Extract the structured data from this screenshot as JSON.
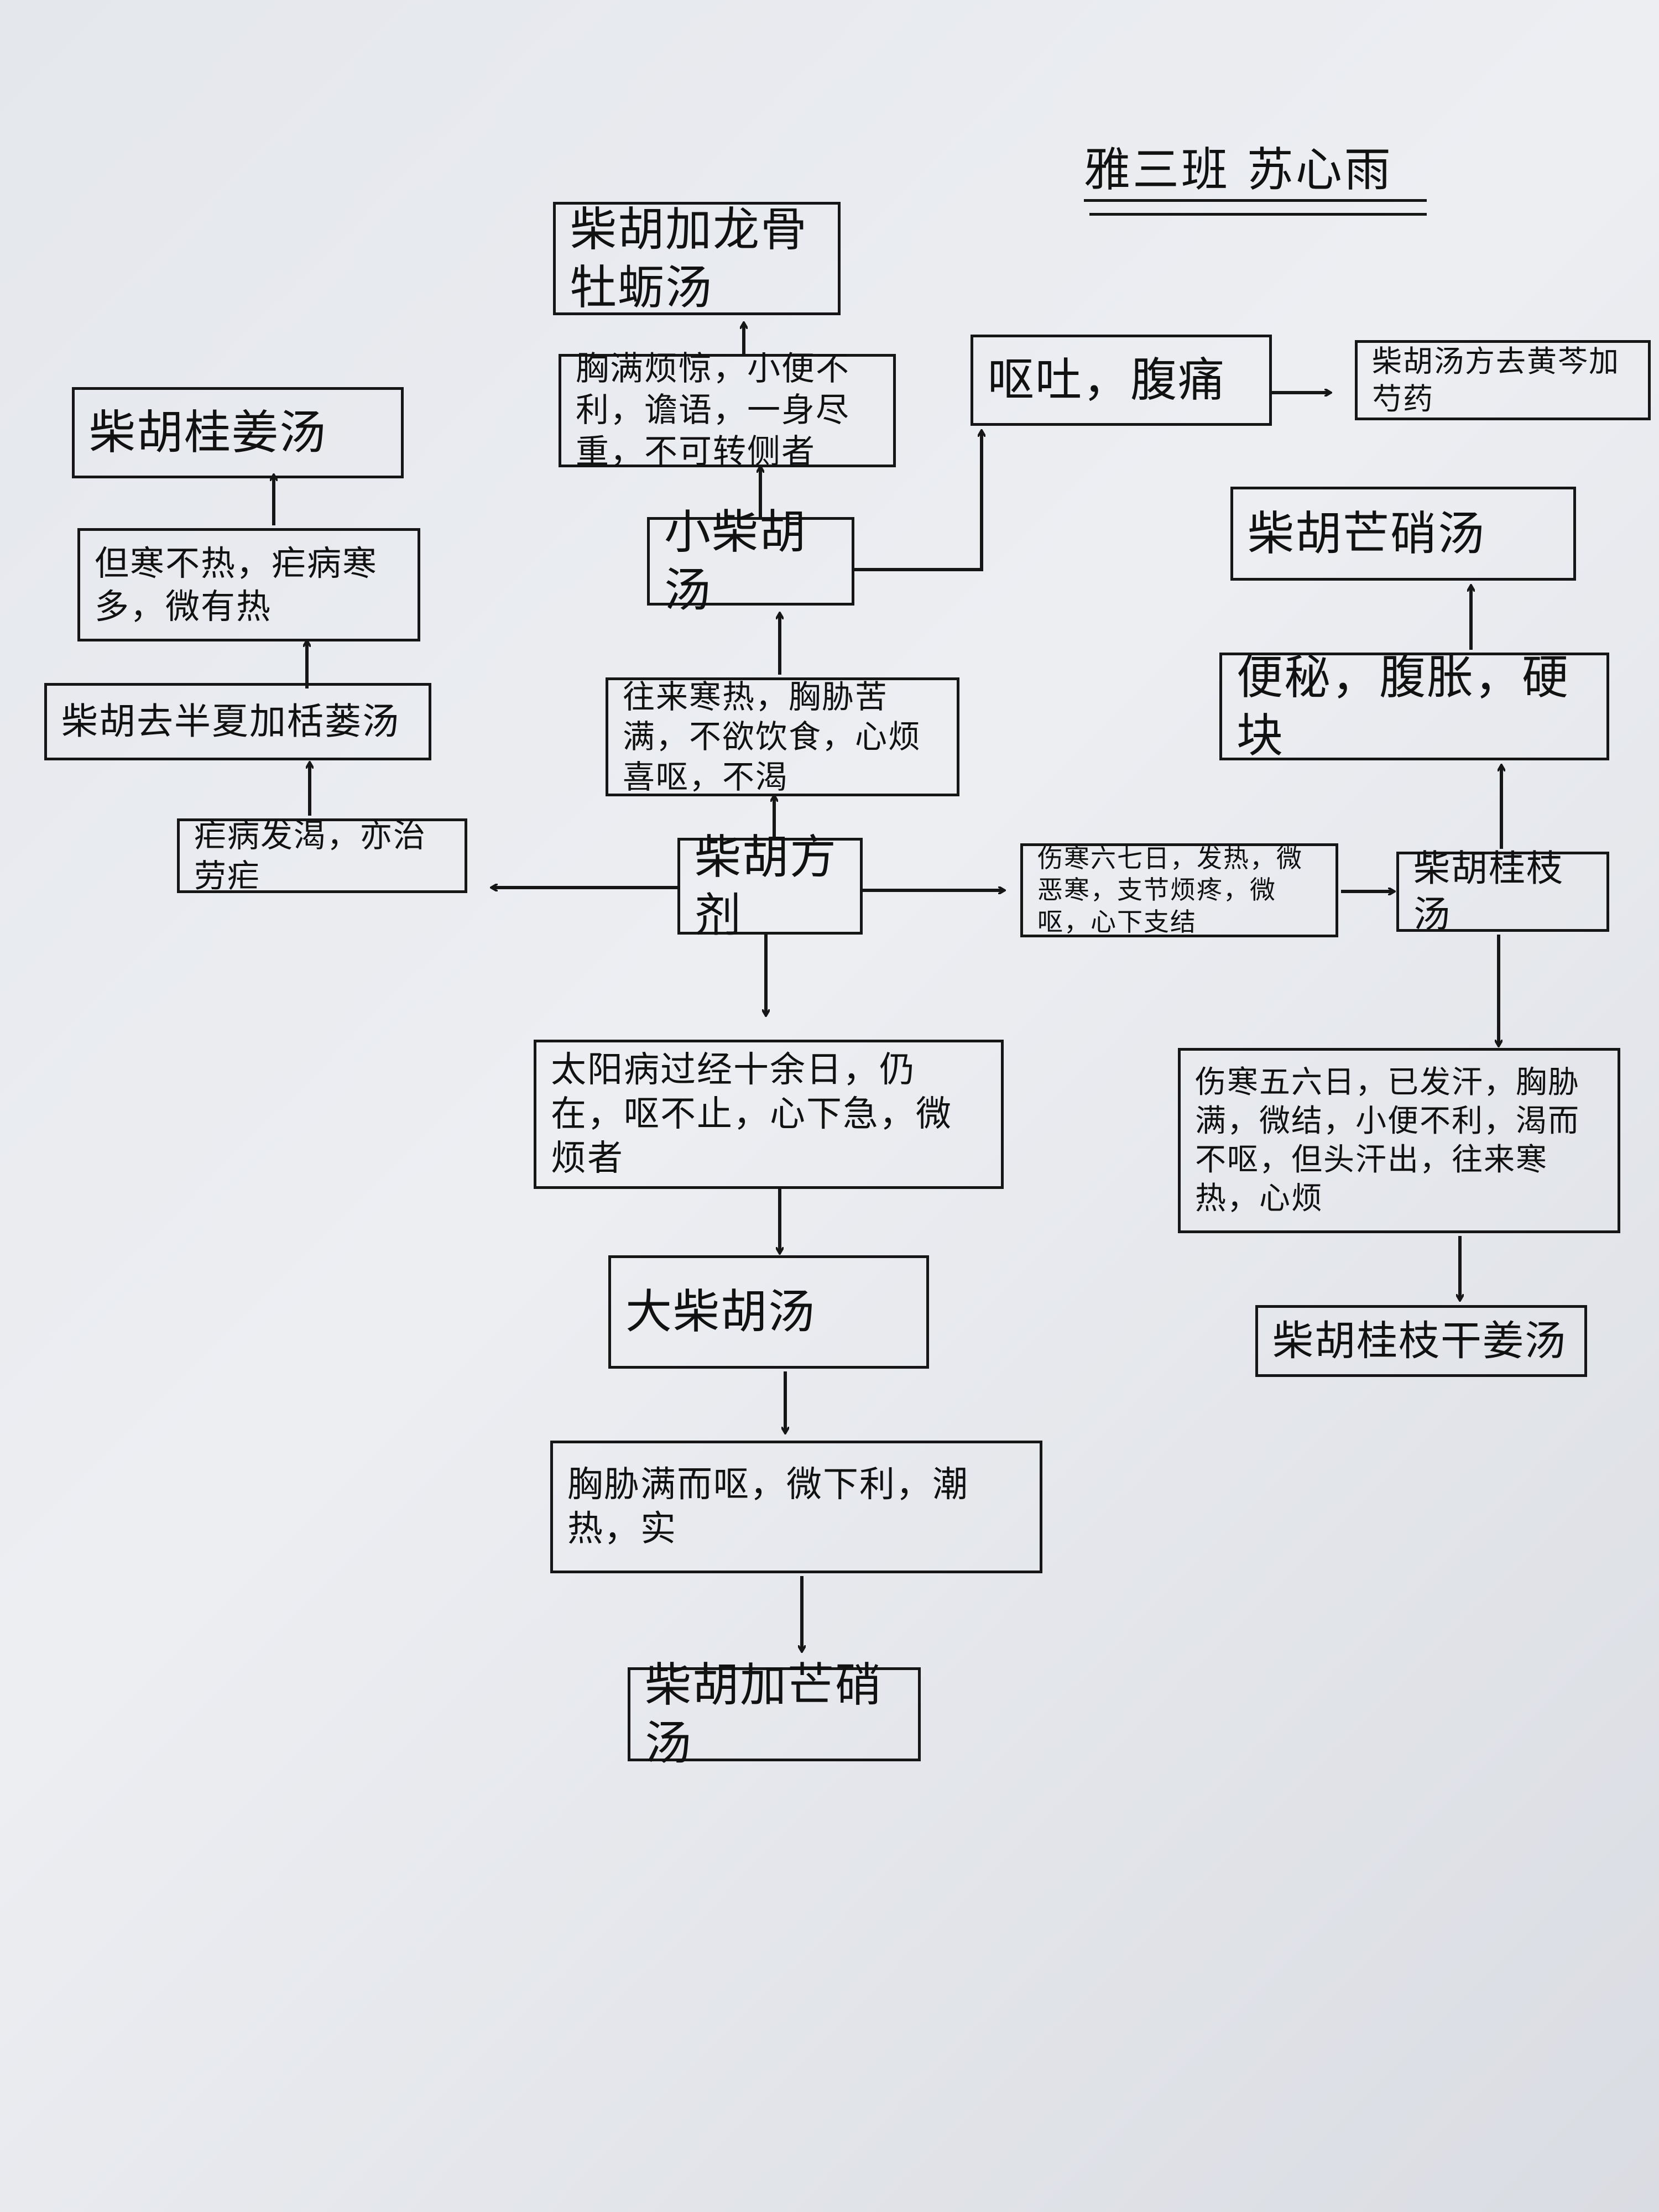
{
  "title": "雅三班 苏心雨",
  "nodes": {
    "center": "柴胡方剂",
    "n_chaihu_longgu": "柴胡加龙骨牡蛎汤",
    "n_chest_full": "胸满烦惊，小便不利，谵语，一身尽重，不可转侧者",
    "n_vomit": "呕吐，腹痛",
    "n_chaihu_minus": "柴胡汤方去黄芩加芍药",
    "n_chaihu_guijiang": "柴胡桂姜汤",
    "n_cold_heat": "但寒不热，疟病寒多，微有热",
    "n_chaihu_banxia": "柴胡去半夏加栝蒌汤",
    "n_malaria_thirst": "疟病发渴，亦治劳疟",
    "n_xiaochaihu": "小柴胡汤",
    "n_symptoms_small": "往来寒热，胸胁苦满，不欲饮食，心烦喜呕，不渴",
    "n_chaihu_mangxiao_r": "柴胡芒硝汤",
    "n_constipation": "便秘，腹胀，硬块",
    "n_shanghan_67": "伤寒六七日，发热，微恶寒，支节烦疼，微呕，心下支结",
    "n_chaihu_guizhi": "柴胡桂枝汤",
    "n_taiyang": "太阳病过经十余日，仍在，呕不止，心下急，微烦者",
    "n_shanghan_56": "伤寒五六日，已发汗，胸胁满，微结，小便不利，渴而不呕，但头汗出，往来寒热，心烦",
    "n_dachaihu": "大柴胡汤",
    "n_chaihu_guizhi_ganjiang": "柴胡桂枝干姜汤",
    "n_chest_vomit": "胸胁满而呕，微下利，潮热，实",
    "n_chaihu_mangxiao_b": "柴胡加芒硝汤"
  }
}
